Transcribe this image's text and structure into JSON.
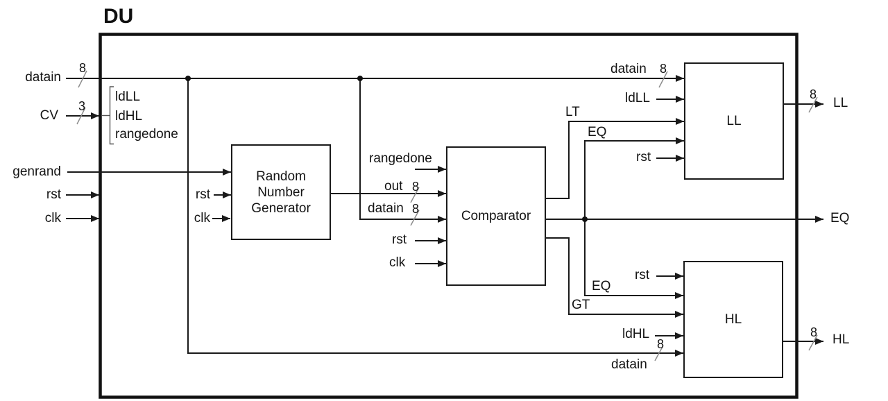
{
  "title": "DU",
  "colors": {
    "line": "#1a1a1a",
    "text": "#141414",
    "slash": "#8c8c8c",
    "background": "#ffffff"
  },
  "left_ports": {
    "datain": "datain",
    "datain_width": "8",
    "cv": "CV",
    "cv_width": "3",
    "genrand": "genrand",
    "rst": "rst",
    "clk": "clk"
  },
  "cv_signals": {
    "s0": "ldLL",
    "s1": "ldHL",
    "s2": "rangedone"
  },
  "blocks": {
    "rng": "Random\nNumber\nGenerator",
    "comparator": "Comparator",
    "ll": "LL",
    "hl": "HL"
  },
  "rng_pins": {
    "rst": "rst",
    "clk": "clk"
  },
  "cmp_pins": {
    "rangedone": "rangedone",
    "out": "out",
    "out_width": "8",
    "datain": "datain",
    "datain_width": "8",
    "rst": "rst",
    "clk": "clk"
  },
  "nets": {
    "lt": "LT",
    "eq_to_ll": "EQ",
    "eq_to_hl": "EQ",
    "gt": "GT"
  },
  "ll_pins": {
    "datain": "datain",
    "datain_width": "8",
    "ldll": "ldLL",
    "rst": "rst"
  },
  "hl_pins": {
    "rst": "rst",
    "ldhl": "ldHL",
    "datain": "datain",
    "datain_width": "8"
  },
  "right_ports": {
    "ll": "LL",
    "ll_width": "8",
    "eq": "EQ",
    "hl": "HL",
    "hl_width": "8"
  }
}
